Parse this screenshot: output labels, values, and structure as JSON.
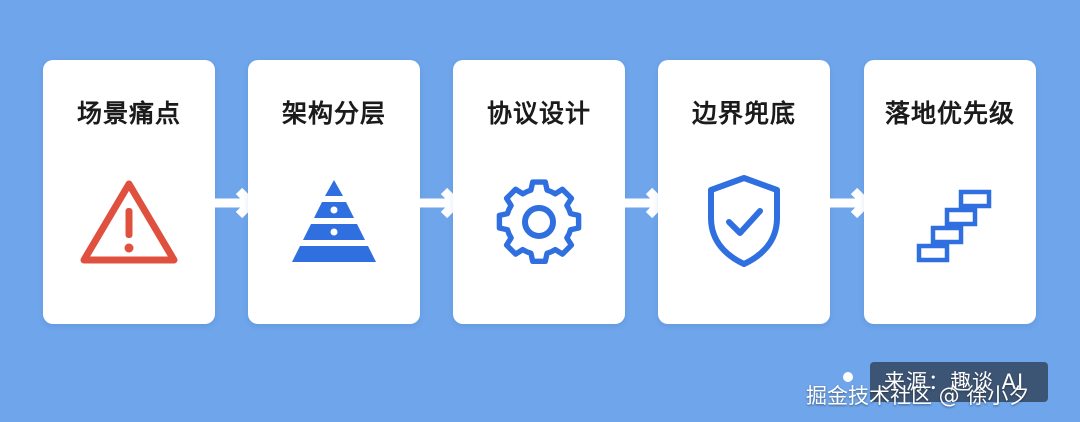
{
  "steps": [
    {
      "label": "场景痛点",
      "icon": "warning-triangle-icon"
    },
    {
      "label": "架构分层",
      "icon": "layered-pyramid-icon"
    },
    {
      "label": "协议设计",
      "icon": "gear-icon"
    },
    {
      "label": "边界兜底",
      "icon": "shield-check-icon"
    },
    {
      "label": "落地优先级",
      "icon": "stairs-icon"
    }
  ],
  "watermark": {
    "source": "来源：趣谈 AI",
    "site": "掘金技术社区 @ 徐小夕"
  },
  "colors": {
    "background": "#6fa5ea",
    "card": "#ffffff",
    "warning": "#e0503f",
    "primary_icon": "#2f6fe0",
    "arrow": "#ffffff"
  }
}
